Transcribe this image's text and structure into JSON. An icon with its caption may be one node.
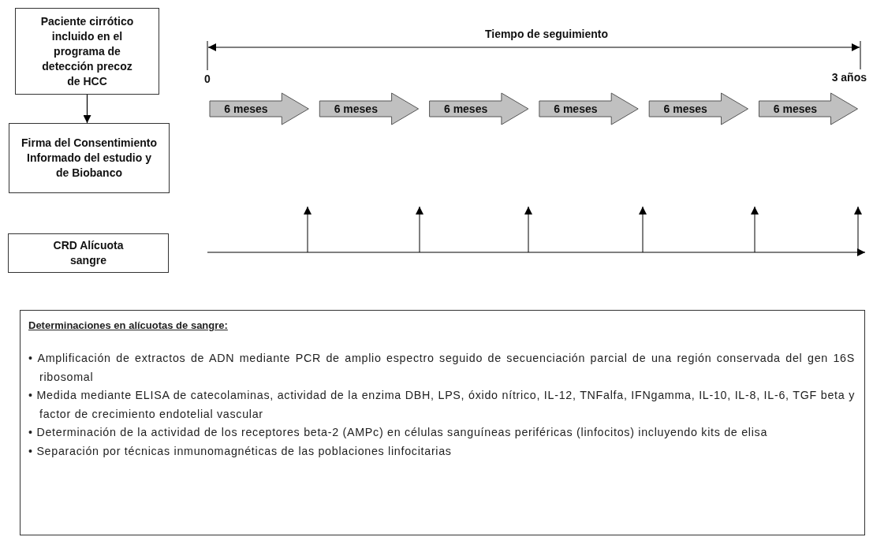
{
  "diagram": {
    "nodes": [
      {
        "text": [
          "Paciente cirrótico incluido en el programa de detección precoz de HCC"
        ]
      },
      {
        "text": [
          "Firma del Consentimiento Informado del estudio y de Biobanco"
        ]
      },
      {
        "text": [
          "CRD Alícuota sangre"
        ]
      },
      {
        "text": [
          "6 meses"
        ]
      },
      {
        "text": [
          "6 meses"
        ]
      },
      {
        "text": [
          "6 meses"
        ]
      },
      {
        "text": [
          "6 meses"
        ]
      },
      {
        "text": [
          "6 meses"
        ]
      },
      {
        "text": [
          "6 meses"
        ]
      },
      {
        "text": [
          "Determinaciones en alícuotas de sangre:",
          "• Amplificación de extractos de ADN mediante PCR de amplio espectro seguido de secuenciación parcial de una región conservada del gen 16S ribosomal",
          "• Medida mediante ELISA de catecolaminas, actividad de la enzima DBH, LPS, óxido nítrico, IL-12, TNFalfa, IFNgamma, IL-10, IL-8, IL-6, TGF beta y factor de crecimiento endotelial vascular",
          "• Determinación de la actividad de los receptores beta-2 (AMPc) en células sanguíneas periféricas (linfocitos) incluyendo kits de elisa",
          "• Separación por técnicas inmunomagnéticas de las poblaciones linfocitarias"
        ]
      }
    ],
    "edges": [
      {
        "from": 0,
        "to": 1,
        "arrow": "to"
      },
      {
        "from": 3,
        "to": 4,
        "arrow": "to"
      },
      {
        "from": 4,
        "to": 5,
        "arrow": "to"
      },
      {
        "from": 5,
        "to": 6,
        "arrow": "to"
      },
      {
        "from": 6,
        "to": 7,
        "arrow": "to"
      },
      {
        "from": 7,
        "to": 8,
        "arrow": "to"
      },
      {
        "from": 8,
        "to": null,
        "arrow": "to"
      }
    ],
    "labels": [
      "Tiempo de seguimiento",
      "0",
      "3 años"
    ]
  }
}
